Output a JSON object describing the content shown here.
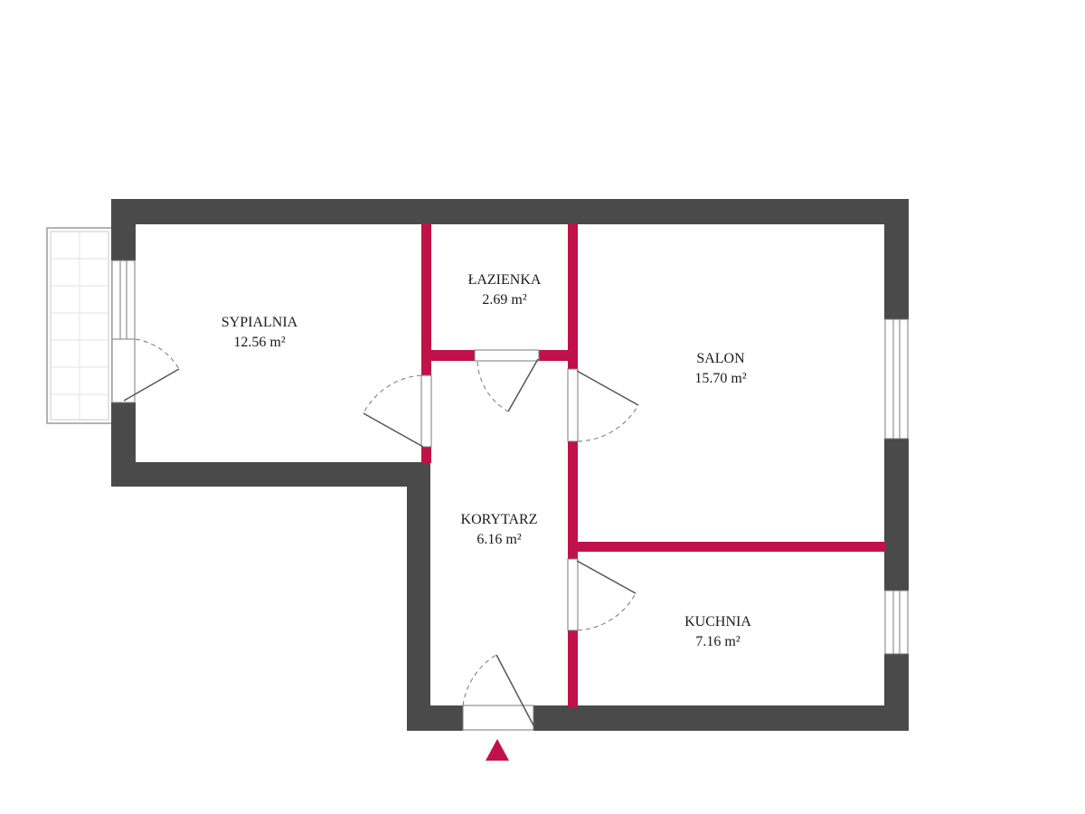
{
  "colors": {
    "outer_wall": "#4a4a4a",
    "inner_wall": "#c0114a",
    "entrance_marker": "#c0114a",
    "background": "#ffffff"
  },
  "rooms": {
    "sypialnia": {
      "name": "SYPIALNIA",
      "area": "12.56 m²"
    },
    "lazienka": {
      "name": "ŁAZIENKA",
      "area": "2.69 m²"
    },
    "salon": {
      "name": "SALON",
      "area": "15.70 m²"
    },
    "korytarz": {
      "name": "KORYTARZ",
      "area": "6.16 m²"
    },
    "kuchnia": {
      "name": "KUCHNIA",
      "area": "7.16 m²"
    }
  },
  "icons": {
    "entrance": "entrance-arrow-icon",
    "door": "door-swing-icon",
    "window": "window-icon",
    "balcony": "balcony-icon"
  }
}
